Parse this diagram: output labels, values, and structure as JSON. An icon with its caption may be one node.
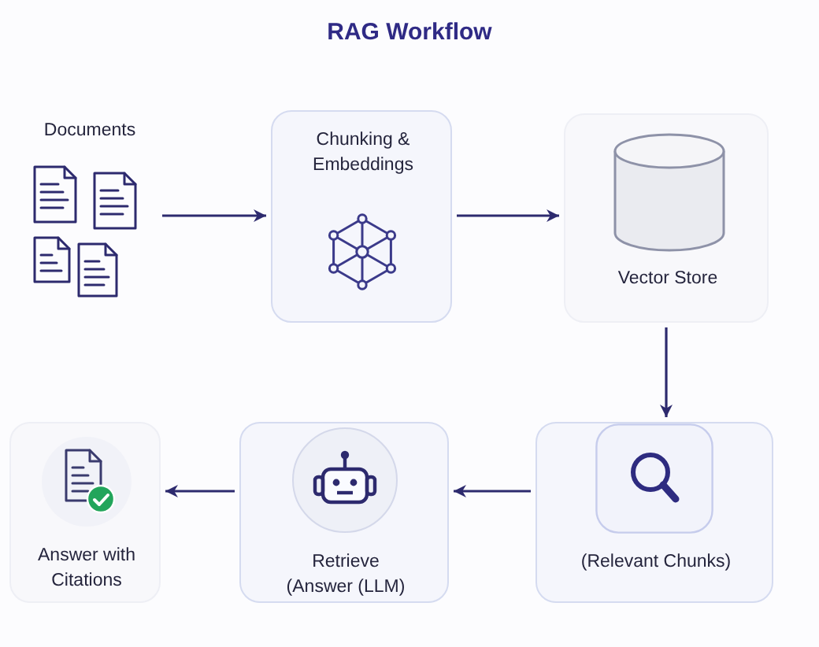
{
  "diagram": {
    "title": "RAG Workflow",
    "nodes": [
      {
        "text": [
          "Documents"
        ]
      },
      {
        "text": [
          "Chunking & Embeddings"
        ]
      },
      {
        "text": [
          "Vector Store"
        ]
      },
      {
        "text": [
          "Answer with Citations"
        ]
      },
      {
        "text": [
          "Retrieve",
          "(Answer (LLM)"
        ]
      },
      {
        "text": [
          "(Relevant Chunks)"
        ]
      }
    ],
    "edges": [
      {
        "from": 0,
        "to": 1,
        "arrow": "to"
      },
      {
        "from": 1,
        "to": 2,
        "arrow": "to"
      },
      {
        "from": 2,
        "to": 5,
        "arrow": "to"
      },
      {
        "from": 5,
        "to": 4,
        "arrow": "to"
      },
      {
        "from": 4,
        "to": 3,
        "arrow": "to"
      }
    ]
  }
}
